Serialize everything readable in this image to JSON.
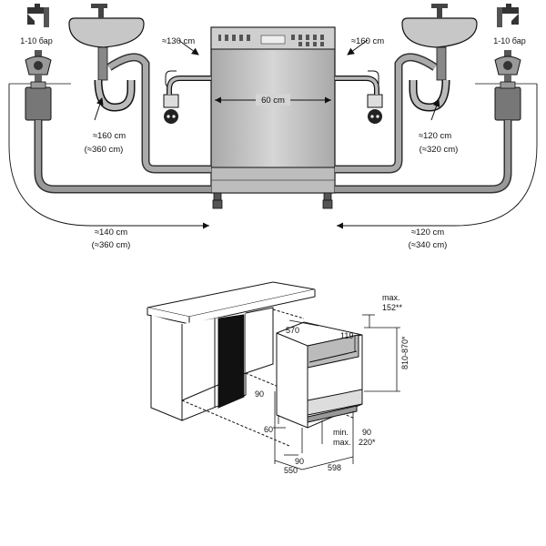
{
  "top": {
    "pressure_left": "1-10 бар",
    "pressure_right": "1-10 бар",
    "power_left": "≈130 cm",
    "power_right": "≈160 cm",
    "width": "60 cm",
    "drain_left_a": "≈160 cm",
    "drain_left_b": "(≈360 cm)",
    "drain_right_a": "≈120 cm",
    "drain_right_b": "(≈320 cm)",
    "inlet_left_a": "≈140 cm",
    "inlet_left_b": "(≈360 cm)",
    "inlet_right_a": "≈120 cm",
    "inlet_right_b": "(≈340 cm)"
  },
  "bottom": {
    "max_label": "max.",
    "max_value": "152**",
    "depth_570": "570",
    "dim_119": "119",
    "height_range": "810-870*",
    "dim_90_left": "90",
    "dim_60": "60",
    "min_label": "min.",
    "max_label2": "max.",
    "dim_90_right": "90",
    "dim_220": "220*",
    "dim_90_bottom": "90",
    "dim_550": "550",
    "dim_598": "598"
  },
  "colors": {
    "hose": "#7d7d7d",
    "hose_light": "#b5b5b5",
    "body_fill": "#c8c8c8",
    "line": "#111111"
  }
}
